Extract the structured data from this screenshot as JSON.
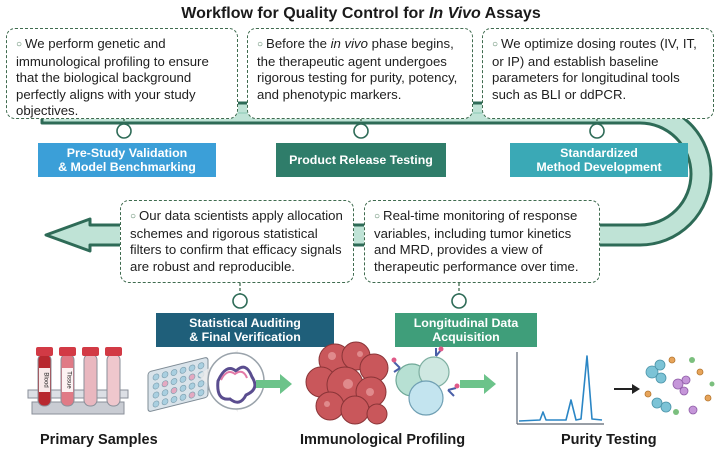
{
  "title": {
    "prefix": "Workflow for Quality Control for ",
    "italic": "In Vivo",
    "suffix": " Assays"
  },
  "callouts": {
    "pre_study": "We perform genetic and immunological profiling to ensure that the biological background perfectly aligns with your study objectives.",
    "release_prefix": "Before the ",
    "release_italic": "in vivo",
    "release_suffix": " phase begins, the therapeutic agent undergoes rigorous testing for purity, potency, and phenotypic markers.",
    "method": "We optimize dosing routes (IV, IT, or IP) and establish baseline parameters for longitudinal tools such as BLI or ddPCR.",
    "statistical": "Our data scientists apply allocation schemes and rigorous statistical filters to confirm that efficacy signals are robust and reproducible.",
    "longitudinal": "Real-time monitoring of response variables, including tumor kinetics and MRD, provides a view of therapeutic performance over time."
  },
  "stages": {
    "pre_study_l1": "Pre-Study Validation",
    "pre_study_l2": "& Model Benchmarking",
    "release": "Product Release Testing",
    "method_l1": "Standardized",
    "method_l2": "Method Development",
    "statistical_l1": "Statistical Auditing",
    "statistical_l2": "& Final Verification",
    "longitudinal_l1": "Longitudinal Data",
    "longitudinal_l2": "Acquisition"
  },
  "tube_labels": [
    "Blood",
    "Tissue"
  ],
  "captions": {
    "primary": "Primary Samples",
    "immuno": "Immunological Profiling",
    "purity": "Purity Testing"
  },
  "colors": {
    "pre_study": "#3b9fd8",
    "release": "#2f7d6a",
    "method": "#3aa9b6",
    "statistical": "#1f5f7a",
    "longitudinal": "#3f9e7a",
    "arrow_fill": "#bfe3d6",
    "arrow_stroke": "#2e6b57"
  }
}
